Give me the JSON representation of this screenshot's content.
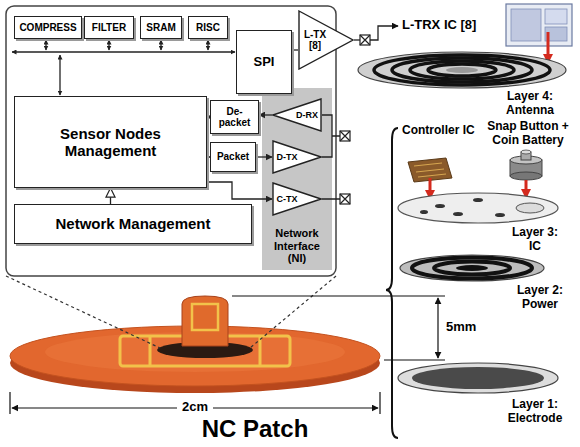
{
  "diagram": {
    "nodes": [
      {
        "text": [
          "COMPRESS"
        ]
      },
      {
        "text": [
          "FILTER"
        ]
      },
      {
        "text": [
          "SRAM"
        ]
      },
      {
        "text": [
          "RISC"
        ]
      },
      {
        "text": [
          "SPI"
        ]
      },
      {
        "text": [
          "L-TX [8]"
        ]
      },
      {
        "text": [
          "Sensor Nodes Management"
        ]
      },
      {
        "text": [
          "De-packet"
        ]
      },
      {
        "text": [
          "Packet"
        ]
      },
      {
        "text": [
          "Network Interface (NI)"
        ]
      },
      {
        "text": [
          "D-RX"
        ],
        "in": 9
      },
      {
        "text": [
          "D-TX"
        ],
        "in": 9
      },
      {
        "text": [
          "C-TX"
        ],
        "in": 9
      },
      {
        "text": [
          "Network Management"
        ]
      }
    ],
    "edges": [
      {
        "from": 4,
        "to": 5,
        "arrow": "none"
      },
      {
        "from": 7,
        "to": 6,
        "arrow": "to"
      },
      {
        "from": 10,
        "to": 7,
        "arrow": "to"
      },
      {
        "from": 6,
        "to": 8,
        "arrow": "to"
      },
      {
        "from": 8,
        "to": 11,
        "arrow": "to"
      },
      {
        "from": 6,
        "to": 12,
        "arrow": "to"
      },
      {
        "from": 13,
        "to": 6,
        "arrow": "to"
      }
    ],
    "labels": [
      "L-TRX IC [8]",
      "Layer 4: Antenna",
      "Controller IC",
      "Snap Button + Coin Battery",
      "Layer 3: IC",
      "Layer 2: Power",
      "Layer 1: Electrode",
      "5mm",
      "2cm",
      "NC Patch"
    ]
  }
}
